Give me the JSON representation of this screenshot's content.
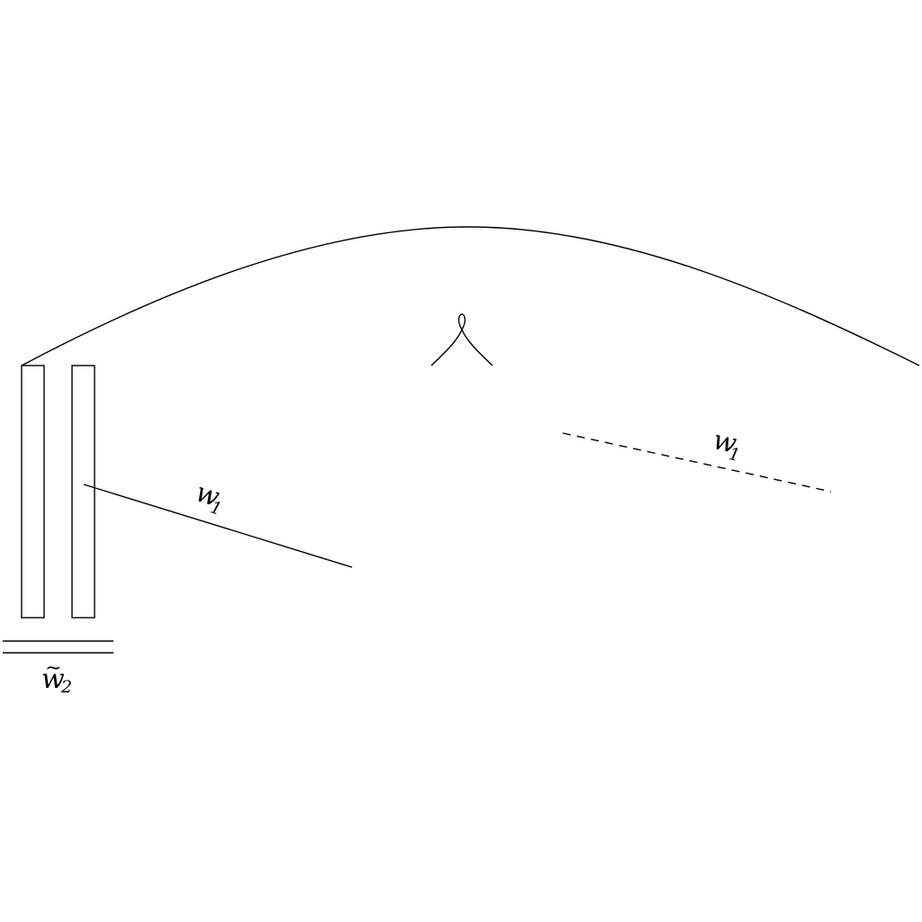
{
  "labels": {
    "wire_solid": {
      "base": "w",
      "sub": "1"
    },
    "wire_dashed": {
      "base": "w",
      "sub": "1"
    },
    "bars_label": {
      "base": "w",
      "sub": "2",
      "accent": "~"
    }
  },
  "colors": {
    "ink": "#000000",
    "background": "#ffffff"
  },
  "styles": {
    "wire_solid": "solid",
    "wire_dashed": "dashed"
  }
}
